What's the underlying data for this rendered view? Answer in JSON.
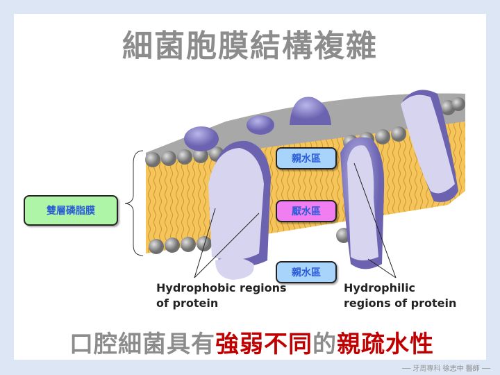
{
  "title": "細菌胞膜結構複雜",
  "labels": {
    "bilayer": "雙層磷脂膜",
    "hydrophilic_top": "親水區",
    "hydrophobic": "厭水區",
    "hydrophilic_bottom": "親水區"
  },
  "captions": {
    "hydrophobic_line1": "Hydrophobic regions",
    "hydrophobic_line2": "of protein",
    "hydrophilic_line1": "Hydrophilic",
    "hydrophilic_line2": "regions of protein"
  },
  "bottom_text": {
    "part1": "口腔細菌具有",
    "part2": "強弱不同",
    "part3": "的",
    "part4": "親疏水性"
  },
  "footer": {
    "dept": "牙周專科",
    "name": "徐志中 醫師"
  },
  "colors": {
    "green_label": "#aef5a8",
    "pink_label": "#f07ef0",
    "blue_label": "#a8d4fc",
    "red": "#c00000"
  }
}
